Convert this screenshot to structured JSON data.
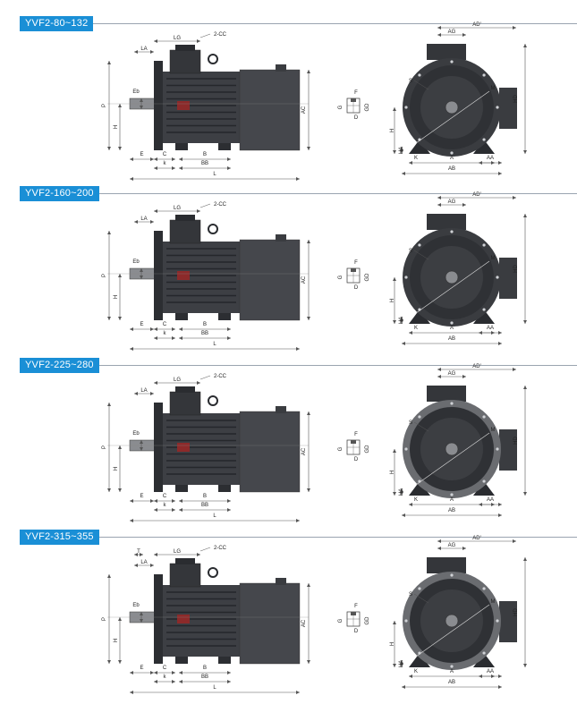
{
  "sections": [
    {
      "model": "YVF2-80~132"
    },
    {
      "model": "YVF2-160~200"
    },
    {
      "model": "YVF2-225~280"
    },
    {
      "model": "YVF2-315~355"
    }
  ],
  "dimension_labels": {
    "LG": "LG",
    "LA": "LA",
    "T": "T",
    "P": "P",
    "H": "H",
    "Eb": "Eb",
    "E": "E",
    "C": "C",
    "k": "k",
    "B": "B",
    "BB": "BB",
    "L": "L",
    "AC": "AC",
    "F": "F",
    "G": "G",
    "GD": "GD",
    "D": "D",
    "AD": "AD'",
    "AG": "AG",
    "S": "S",
    "M": "M",
    "HD": "HD",
    "HA": "HA",
    "A": "A",
    "AB": "AB",
    "AA": "AA",
    "K": "K",
    "cable_entry": "2-CC"
  },
  "colors": {
    "tag_bg": "#1a8fd6",
    "motor_body": "#3d3f44",
    "dim_line": "#555555"
  }
}
